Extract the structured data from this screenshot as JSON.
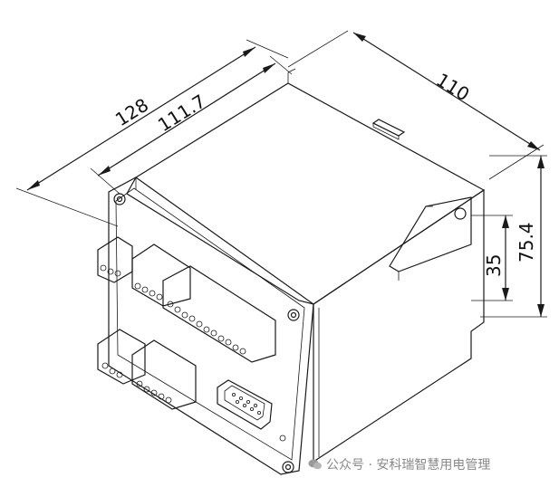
{
  "dimensions": {
    "overall_length": "128",
    "body_length": "111.7",
    "depth": "110",
    "height": "75.4",
    "mount_height": "35"
  },
  "watermark": {
    "icon": "wechat-icon",
    "text": "公众号 · 安科瑞智慧用电管理"
  }
}
